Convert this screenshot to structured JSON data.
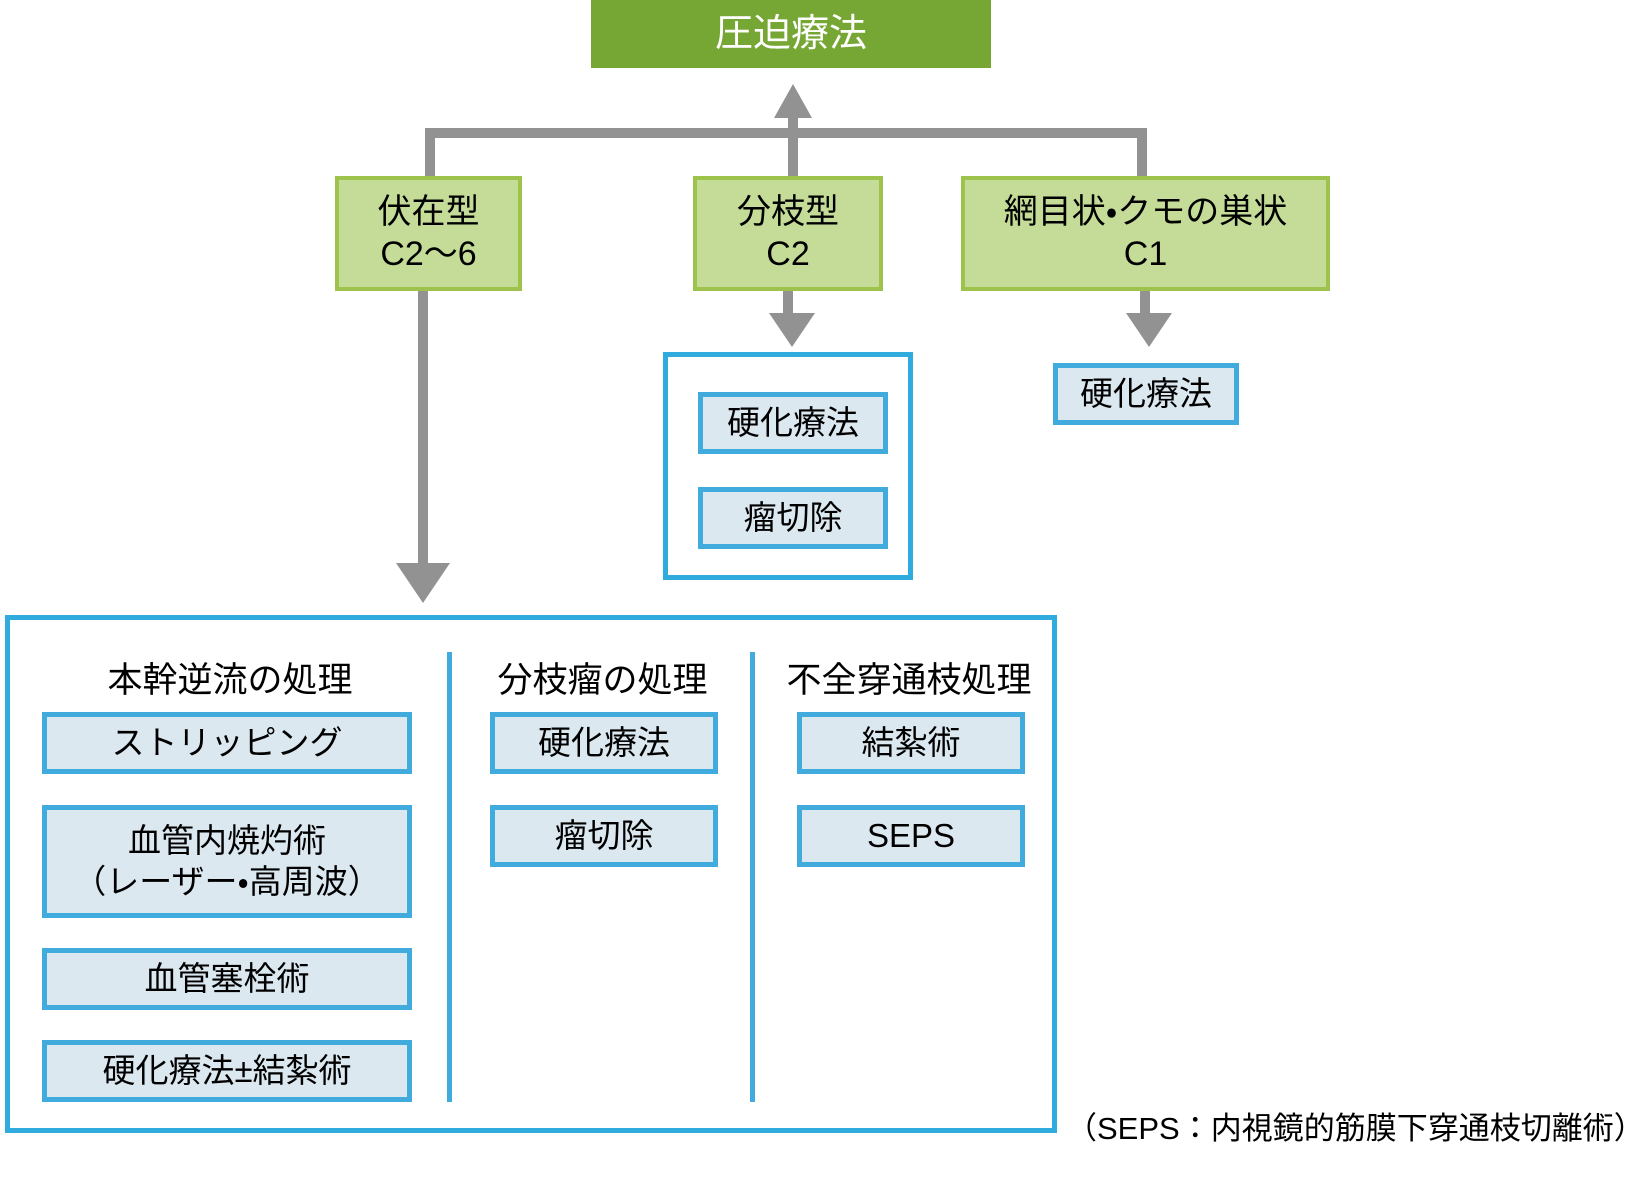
{
  "diagram": {
    "title_box": {
      "label": "圧迫療法",
      "fill": "#76A633",
      "text_color": "#FFFFFF"
    },
    "categories": [
      {
        "label": "伏在型\nC2〜6",
        "code": "C2〜6",
        "name": "伏在型"
      },
      {
        "label": "分枝型\nC2",
        "code": "C2",
        "name": "分枝型"
      },
      {
        "label": "網目状・クモの巣状\nC1",
        "code": "C1",
        "name": "網目状・クモの巣状"
      }
    ],
    "branch_group": {
      "items": [
        "硬化療法",
        "瘤切除"
      ]
    },
    "reticular_group": {
      "items": [
        "硬化療法"
      ]
    },
    "saphenous_panel": {
      "columns": [
        {
          "heading": "本幹逆流の処理",
          "items": [
            "ストリッピング",
            "血管内焼灼術\n（レーザー・高周波）",
            "血管塞栓術",
            "硬化療法±結紮術"
          ]
        },
        {
          "heading": "分枝瘤の処理",
          "items": [
            "硬化療法",
            "瘤切除"
          ]
        },
        {
          "heading": "不全穿通枝処理",
          "items": [
            "結紮術",
            "SEPS"
          ]
        }
      ]
    },
    "footnote": "（SEPS：内視鏡的筋膜下穿通枝切離術）",
    "colors": {
      "green_dark": "#76A633",
      "green_light": "#C4DC98",
      "green_border": "#9DC34C",
      "blue_border": "#41ABDD",
      "blue_fill": "#DCE8F0",
      "connector_gray": "#929292"
    }
  }
}
